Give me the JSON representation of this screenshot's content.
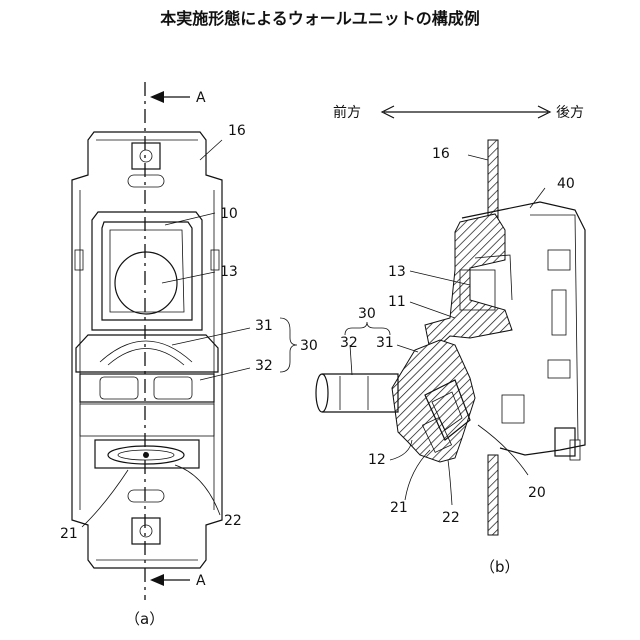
{
  "title": "本実施形態によるウォールユニットの構成例",
  "views": {
    "a": {
      "caption": "（a）",
      "section_marker": "A",
      "labels": {
        "l16": "16",
        "l10": "10",
        "l13": "13",
        "l31": "31",
        "l32": "32",
        "l30": "30",
        "l21": "21",
        "l22": "22"
      }
    },
    "b": {
      "caption": "（b）",
      "direction": {
        "front": "前方",
        "back": "後方",
        "arrow": "⟷"
      },
      "labels": {
        "l16": "16",
        "l40": "40",
        "l13": "13",
        "l11": "11",
        "l30": "30",
        "l32": "32",
        "l31": "31",
        "l12": "12",
        "l20": "20",
        "l21": "21",
        "l22": "22"
      }
    }
  }
}
